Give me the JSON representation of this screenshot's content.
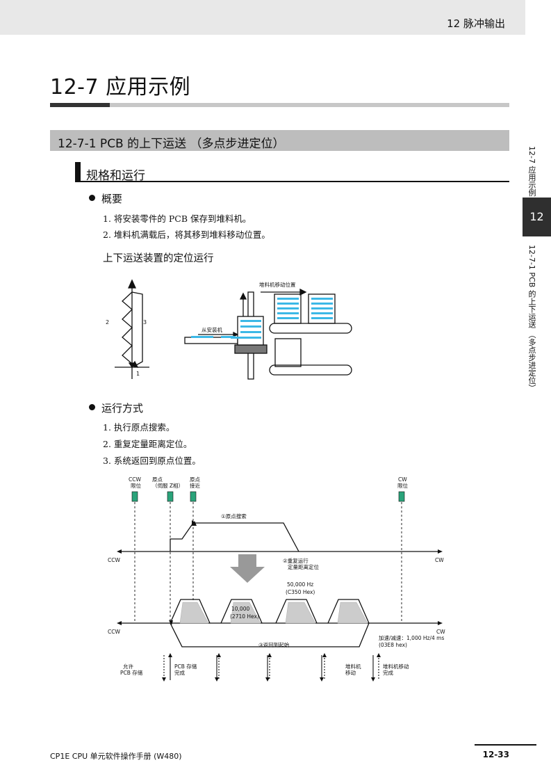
{
  "header": {
    "chapter": "12  脉冲输出"
  },
  "page_title": "12-7  应用示例",
  "section_title": "12-7-1   PCB 的上下运送 （多点步进定位）",
  "subsection_title": "规格和运行",
  "overview": {
    "heading": "概要",
    "items": [
      "1. 将安装零件的 PCB 保存到堆料机。",
      "2. 堆料机满载后，将其移到堆料移动位置。"
    ]
  },
  "figure1": {
    "title": "上下运送装置的定位运行",
    "label_1": "1",
    "label_2": "2",
    "label_3": "3",
    "stacker_move": "堆料机移动位置",
    "from_mounter": "从安装机",
    "colors": {
      "pcb": "#3cb8e6"
    }
  },
  "operation": {
    "heading": "运行方式",
    "items": [
      "1. 执行原点搜索。",
      "2. 重复定量距离定位。",
      "3. 系统返回到原点位置。"
    ]
  },
  "figure2": {
    "ccw_limit_1": "CCW",
    "ccw_limit_2": "限位",
    "origin_1": "原点",
    "origin_2": "（伺服 Z相）",
    "prox_1": "原点",
    "prox_2": "接近",
    "cw_limit_1": "CW",
    "cw_limit_2": "限位",
    "origin_search": "①原点搜索",
    "ccw": "CCW",
    "cw": "CW",
    "repeat_1": "②重复运行",
    "repeat_2": "定量距离定位",
    "speed_1": "50,000 Hz",
    "speed_2": "(C350 Hex)",
    "dist_1": "10,000",
    "dist_2": "(2710 Hex)",
    "accel_1": "加速/减速：1,000 Hz/4 ms",
    "accel_2": "(03E8 hex)",
    "return": "③返回到起始",
    "allow_1": "允许",
    "allow_2": "PCB 存储",
    "pcb_done_1": "PCB 存储",
    "pcb_done_2": "完成",
    "stacker_move_1": "堆料机",
    "stacker_move_2": "移动",
    "stacker_done_1": "堆料机移动",
    "stacker_done_2": "完成",
    "colors": {
      "sensor": "#2aa37a"
    }
  },
  "side_tab": {
    "top": "12-7 应用示例",
    "number": "12",
    "bottom": "12-7-1 PCB 的上下运送 （多点步进定位）"
  },
  "footer": {
    "left": "CP1E CPU 单元软件操作手册 (W480)",
    "page": "12-33"
  }
}
